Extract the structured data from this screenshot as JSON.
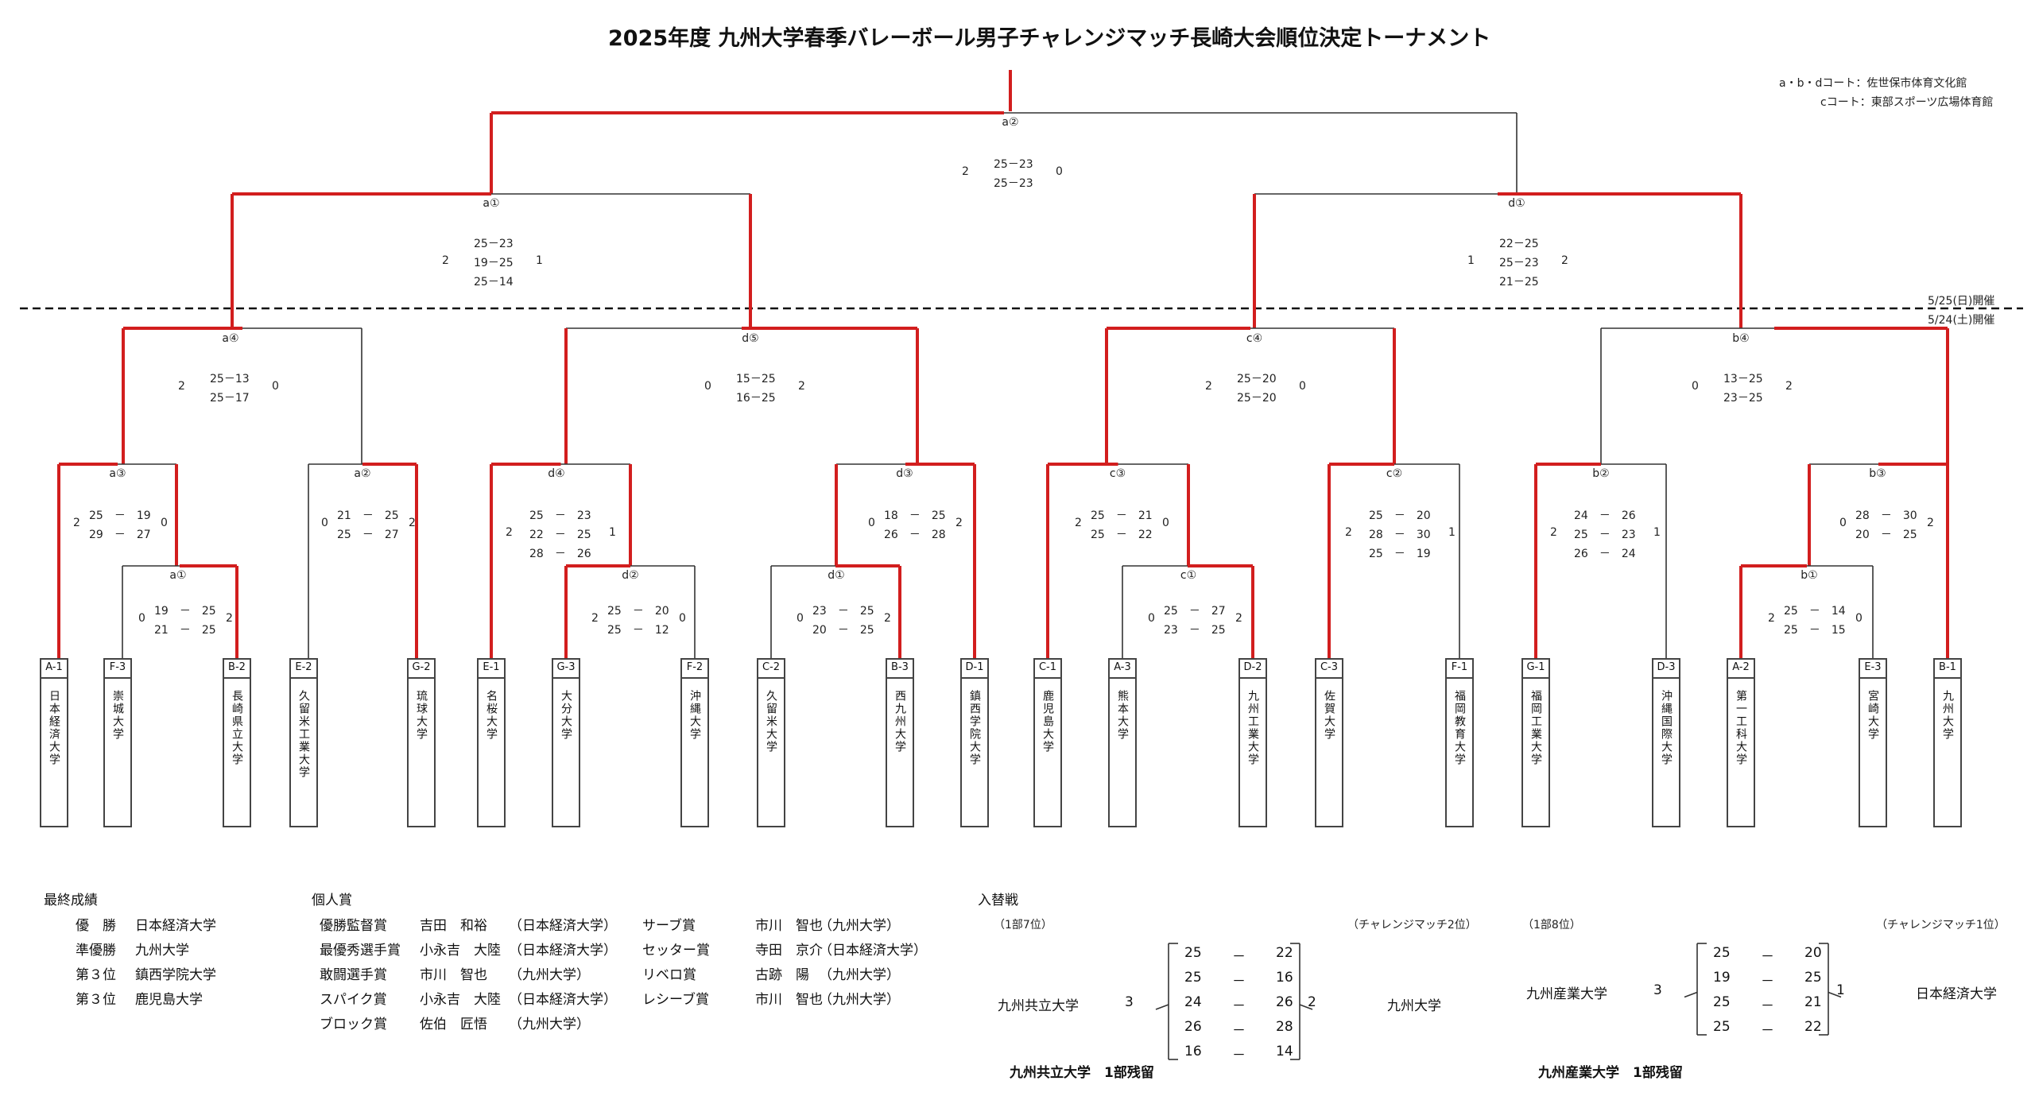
{
  "title": "2025年度 九州大学春季バレーボール男子チャレンジマッチ長崎大会順位決定トーナメント",
  "courts": {
    "line1": "a・b・dコート：佐世保市体育文化館",
    "line2": "cコート：東部スポーツ広場体育館"
  },
  "days": {
    "day2": "5/25(日)開催",
    "day1": "5/24(土)開催"
  },
  "teams": [
    {
      "code": "A-1",
      "name": "日本経済大学"
    },
    {
      "code": "F-3",
      "name": "崇城大学"
    },
    {
      "code": "B-2",
      "name": "長崎県立大学"
    },
    {
      "code": "E-2",
      "name": "久留米工業大学"
    },
    {
      "code": "G-2",
      "name": "琉球大学"
    },
    {
      "code": "E-1",
      "name": "名桜大学"
    },
    {
      "code": "G-3",
      "name": "大分大学"
    },
    {
      "code": "F-2",
      "name": "沖縄大学"
    },
    {
      "code": "C-2",
      "name": "久留米大学"
    },
    {
      "code": "B-3",
      "name": "西九州大学"
    },
    {
      "code": "D-1",
      "name": "鎮西学院大学"
    },
    {
      "code": "C-1",
      "name": "鹿児島大学"
    },
    {
      "code": "A-3",
      "name": "熊本大学"
    },
    {
      "code": "D-2",
      "name": "九州工業大学"
    },
    {
      "code": "C-3",
      "name": "佐賀大学"
    },
    {
      "code": "F-1",
      "name": "福岡教育大学"
    },
    {
      "code": "G-1",
      "name": "福岡工業大学"
    },
    {
      "code": "D-3",
      "name": "沖縄国際大学"
    },
    {
      "code": "A-2",
      "name": "第一工科大学"
    },
    {
      "code": "E-3",
      "name": "宮崎大学"
    },
    {
      "code": "B-1",
      "name": "九州大学"
    }
  ],
  "matches": [
    {
      "label": "a②",
      "left": "2",
      "right": "0",
      "sets": [
        "25－23",
        "25－23"
      ]
    },
    {
      "label": "a①",
      "left": "2",
      "right": "1",
      "sets": [
        "25－23",
        "19－25",
        "25－14"
      ]
    },
    {
      "label": "d①",
      "left": "1",
      "right": "2",
      "sets": [
        "22－25",
        "25－23",
        "21－25"
      ]
    },
    {
      "label": "a④",
      "left": "2",
      "right": "0",
      "sets": [
        "25－13",
        "25－17"
      ]
    },
    {
      "label": "d⑤",
      "left": "0",
      "right": "2",
      "sets": [
        "15－25",
        "16－25"
      ]
    },
    {
      "label": "c④",
      "left": "2",
      "right": "0",
      "sets": [
        "25－20",
        "25－20"
      ]
    },
    {
      "label": "b④",
      "left": "0",
      "right": "2",
      "sets": [
        "13－25",
        "23－25"
      ]
    },
    {
      "label": "a③",
      "left": "2",
      "right": "0",
      "sets": [
        "25　－　19",
        "29　－　27"
      ]
    },
    {
      "label": "a②",
      "left": "0",
      "right": "2",
      "sets": [
        "21　－　25",
        "25　－　27"
      ]
    },
    {
      "label": "d④",
      "left": "2",
      "right": "1",
      "sets": [
        "25　－　23",
        "22　－　25",
        "28　－　26"
      ]
    },
    {
      "label": "d③",
      "left": "0",
      "right": "2",
      "sets": [
        "18　－　25",
        "26　－　28"
      ]
    },
    {
      "label": "c③",
      "left": "2",
      "right": "0",
      "sets": [
        "25　－　21",
        "25　－　22"
      ]
    },
    {
      "label": "c②",
      "left": "2",
      "right": "1",
      "sets": [
        "25　－　20",
        "28　－　30",
        "25　－　19"
      ]
    },
    {
      "label": "b②",
      "left": "2",
      "right": "1",
      "sets": [
        "24　－　26",
        "25　－　23",
        "26　－　24"
      ]
    },
    {
      "label": "b③",
      "left": "0",
      "right": "2",
      "sets": [
        "28　－　30",
        "20　－　25"
      ]
    },
    {
      "label": "a①",
      "left": "0",
      "right": "2",
      "sets": [
        "19　－　25",
        "21　－　25"
      ]
    },
    {
      "label": "d②",
      "left": "2",
      "right": "0",
      "sets": [
        "25　－　20",
        "25　－　12"
      ]
    },
    {
      "label": "d①",
      "left": "0",
      "right": "2",
      "sets": [
        "23　－　25",
        "20　－　25"
      ]
    },
    {
      "label": "c①",
      "left": "0",
      "right": "2",
      "sets": [
        "25　－　27",
        "23　－　25"
      ]
    },
    {
      "label": "b①",
      "left": "2",
      "right": "0",
      "sets": [
        "25　－　14",
        "25　－　15"
      ]
    }
  ],
  "final_results": {
    "heading": "最終成績",
    "rows": [
      {
        "rank": "優　勝",
        "team": "日本経済大学"
      },
      {
        "rank": "準優勝",
        "team": "九州大学"
      },
      {
        "rank": "第３位",
        "team": "鎮西学院大学"
      },
      {
        "rank": "第３位",
        "team": "鹿児島大学"
      }
    ]
  },
  "awards": {
    "heading": "個人賞",
    "col1": [
      {
        "award": "優勝監督賞",
        "name": "吉田　和裕",
        "team": "（日本経済大学）"
      },
      {
        "award": "最優秀選手賞",
        "name": "小永吉　大陸",
        "team": "（日本経済大学）"
      },
      {
        "award": "敢闘選手賞",
        "name": "市川　智也",
        "team": "（九州大学）"
      },
      {
        "award": "スパイク賞",
        "name": "小永吉　大陸",
        "team": "（日本経済大学）"
      },
      {
        "award": "ブロック賞",
        "name": "佐伯　匠悟",
        "team": "（九州大学）"
      }
    ],
    "col2": [
      {
        "award": "サーブ賞",
        "name": "市川　智也",
        "team": "（九州大学）"
      },
      {
        "award": "セッター賞",
        "name": "寺田　京介",
        "team": "（日本経済大学）"
      },
      {
        "award": "リベロ賞",
        "name": "古跡　陽",
        "team": "（九州大学）"
      },
      {
        "award": "レシーブ賞",
        "name": "市川　智也",
        "team": "（九州大学）"
      }
    ]
  },
  "replacement": {
    "heading": "入替戦",
    "match1": {
      "left_note": "（1部7位）",
      "right_note": "（チャレンジマッチ2位）",
      "left_team": "九州共立大学",
      "left_score": "3",
      "right_score": "2",
      "right_team": "九州大学",
      "sets": [
        [
          "25",
          "22"
        ],
        [
          "25",
          "16"
        ],
        [
          "24",
          "26"
        ],
        [
          "26",
          "28"
        ],
        [
          "16",
          "14"
        ]
      ],
      "result": "九州共立大学　1部残留"
    },
    "match2": {
      "left_note": "（1部8位）",
      "right_note": "（チャレンジマッチ1位）",
      "left_team": "九州産業大学",
      "left_score": "3",
      "right_score": "1",
      "right_team": "日本経済大学",
      "sets": [
        [
          "25",
          "20"
        ],
        [
          "19",
          "25"
        ],
        [
          "25",
          "21"
        ],
        [
          "25",
          "22"
        ]
      ],
      "result": "九州産業大学　1部残留"
    }
  },
  "colors": {
    "win": "#d21e1e",
    "line": "#333333"
  }
}
